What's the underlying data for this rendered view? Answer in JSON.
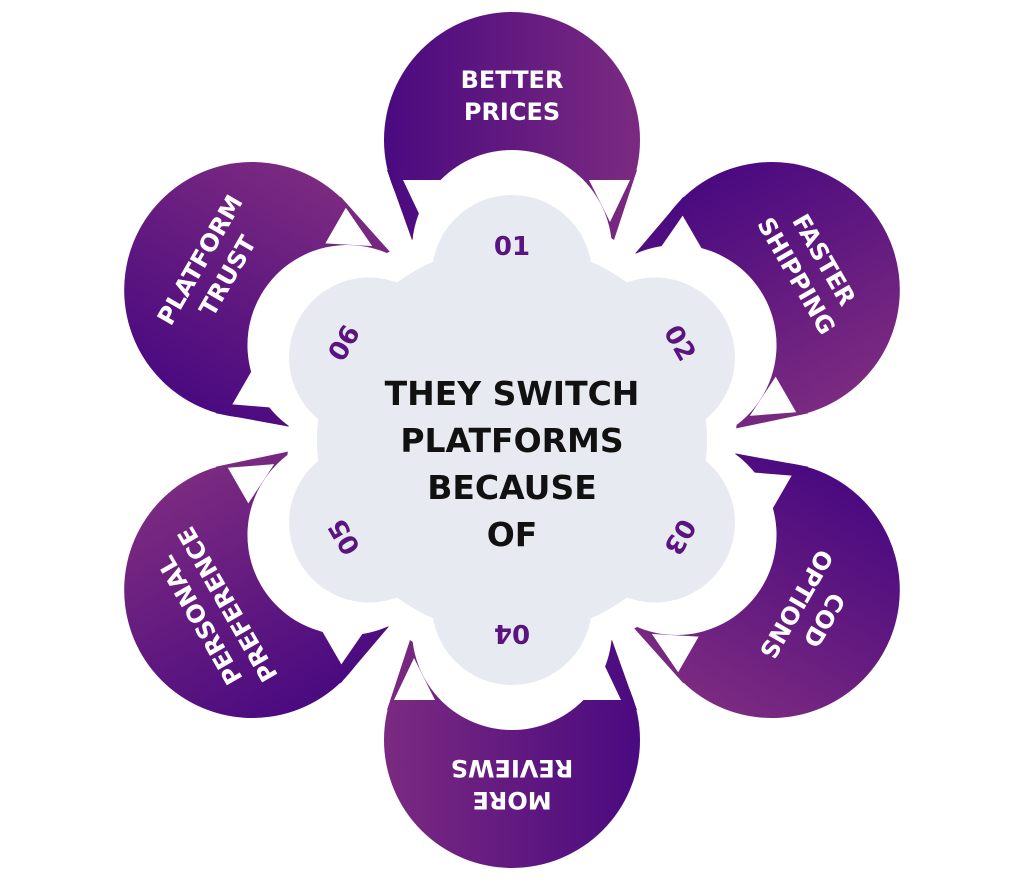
{
  "title_lines": [
    "THEY SWITCH",
    "PLATFORMS",
    "BECAUSE",
    "OF"
  ],
  "colors": {
    "petal_start": "#4a0a80",
    "petal_end": "#7b2a80",
    "center_fill": "#e7eaf1",
    "number": "#5a1380"
  },
  "items": [
    {
      "number": "01",
      "lines": [
        "BETTER",
        "PRICES"
      ]
    },
    {
      "number": "02",
      "lines": [
        "FASTER",
        "SHIPPING"
      ]
    },
    {
      "number": "03",
      "lines": [
        "COD",
        "OPTIONS"
      ]
    },
    {
      "number": "04",
      "lines": [
        "MORE",
        "REVIEWS"
      ]
    },
    {
      "number": "05",
      "lines": [
        "PERSONAL",
        "PREFERENCE"
      ]
    },
    {
      "number": "06",
      "lines": [
        "PLATFORM",
        "TRUST"
      ]
    }
  ]
}
